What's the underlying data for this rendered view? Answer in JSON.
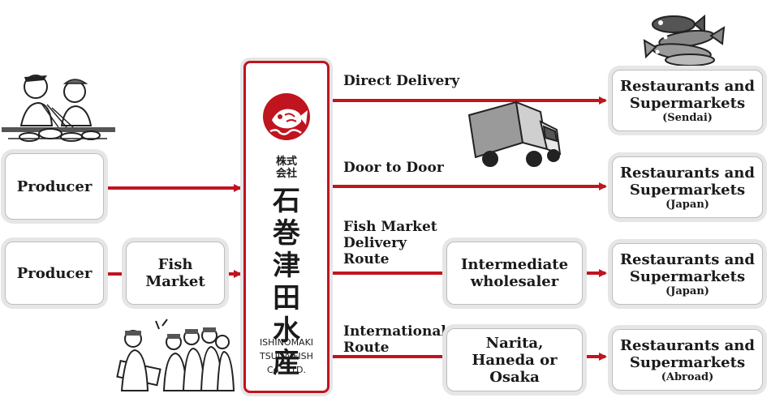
{
  "colors": {
    "arrow": "#c0141f",
    "box_border": "#bdbdbd",
    "box_shadow": "#e6e6e6"
  },
  "sources": {
    "producer_top": "Producer",
    "producer_bottom": "Producer",
    "fish_market_line1": "Fish",
    "fish_market_line2": "Market"
  },
  "company": {
    "small_kanji_line1": "株式",
    "small_kanji_line2": "会社",
    "name_kanji": [
      "石",
      "巻",
      "津",
      "田",
      "水",
      "産"
    ],
    "name_en_line1": "ISHINOMAKI",
    "name_en_line2": "TSUDA FISH",
    "name_en_line3": "Co., LTD."
  },
  "routes": {
    "direct": "Direct Delivery",
    "door": "Door to Door",
    "fish_market_line1": "Fish Market",
    "fish_market_line2": "Delivery",
    "fish_market_line3": "Route",
    "international_line1": "International",
    "international_line2": "Route"
  },
  "intermediaries": {
    "wholesaler_line1": "Intermediate",
    "wholesaler_line2": "wholesaler",
    "airports_line1": "Narita,",
    "airports_line2": "Haneda or Osaka"
  },
  "destinations": [
    {
      "line1": "Restaurants and",
      "line2": "Supermarkets",
      "region": "(Sendai)"
    },
    {
      "line1": "Restaurants and",
      "line2": "Supermarkets",
      "region": "(Japan)"
    },
    {
      "line1": "Restaurants and",
      "line2": "Supermarkets",
      "region": "(Japan)"
    },
    {
      "line1": "Restaurants and",
      "line2": "Supermarkets",
      "region": "(Abroad)"
    }
  ],
  "illustrations": [
    "fishermen-illustration",
    "market-workers-illustration",
    "delivery-truck-illustration",
    "fish-pile-illustration"
  ]
}
